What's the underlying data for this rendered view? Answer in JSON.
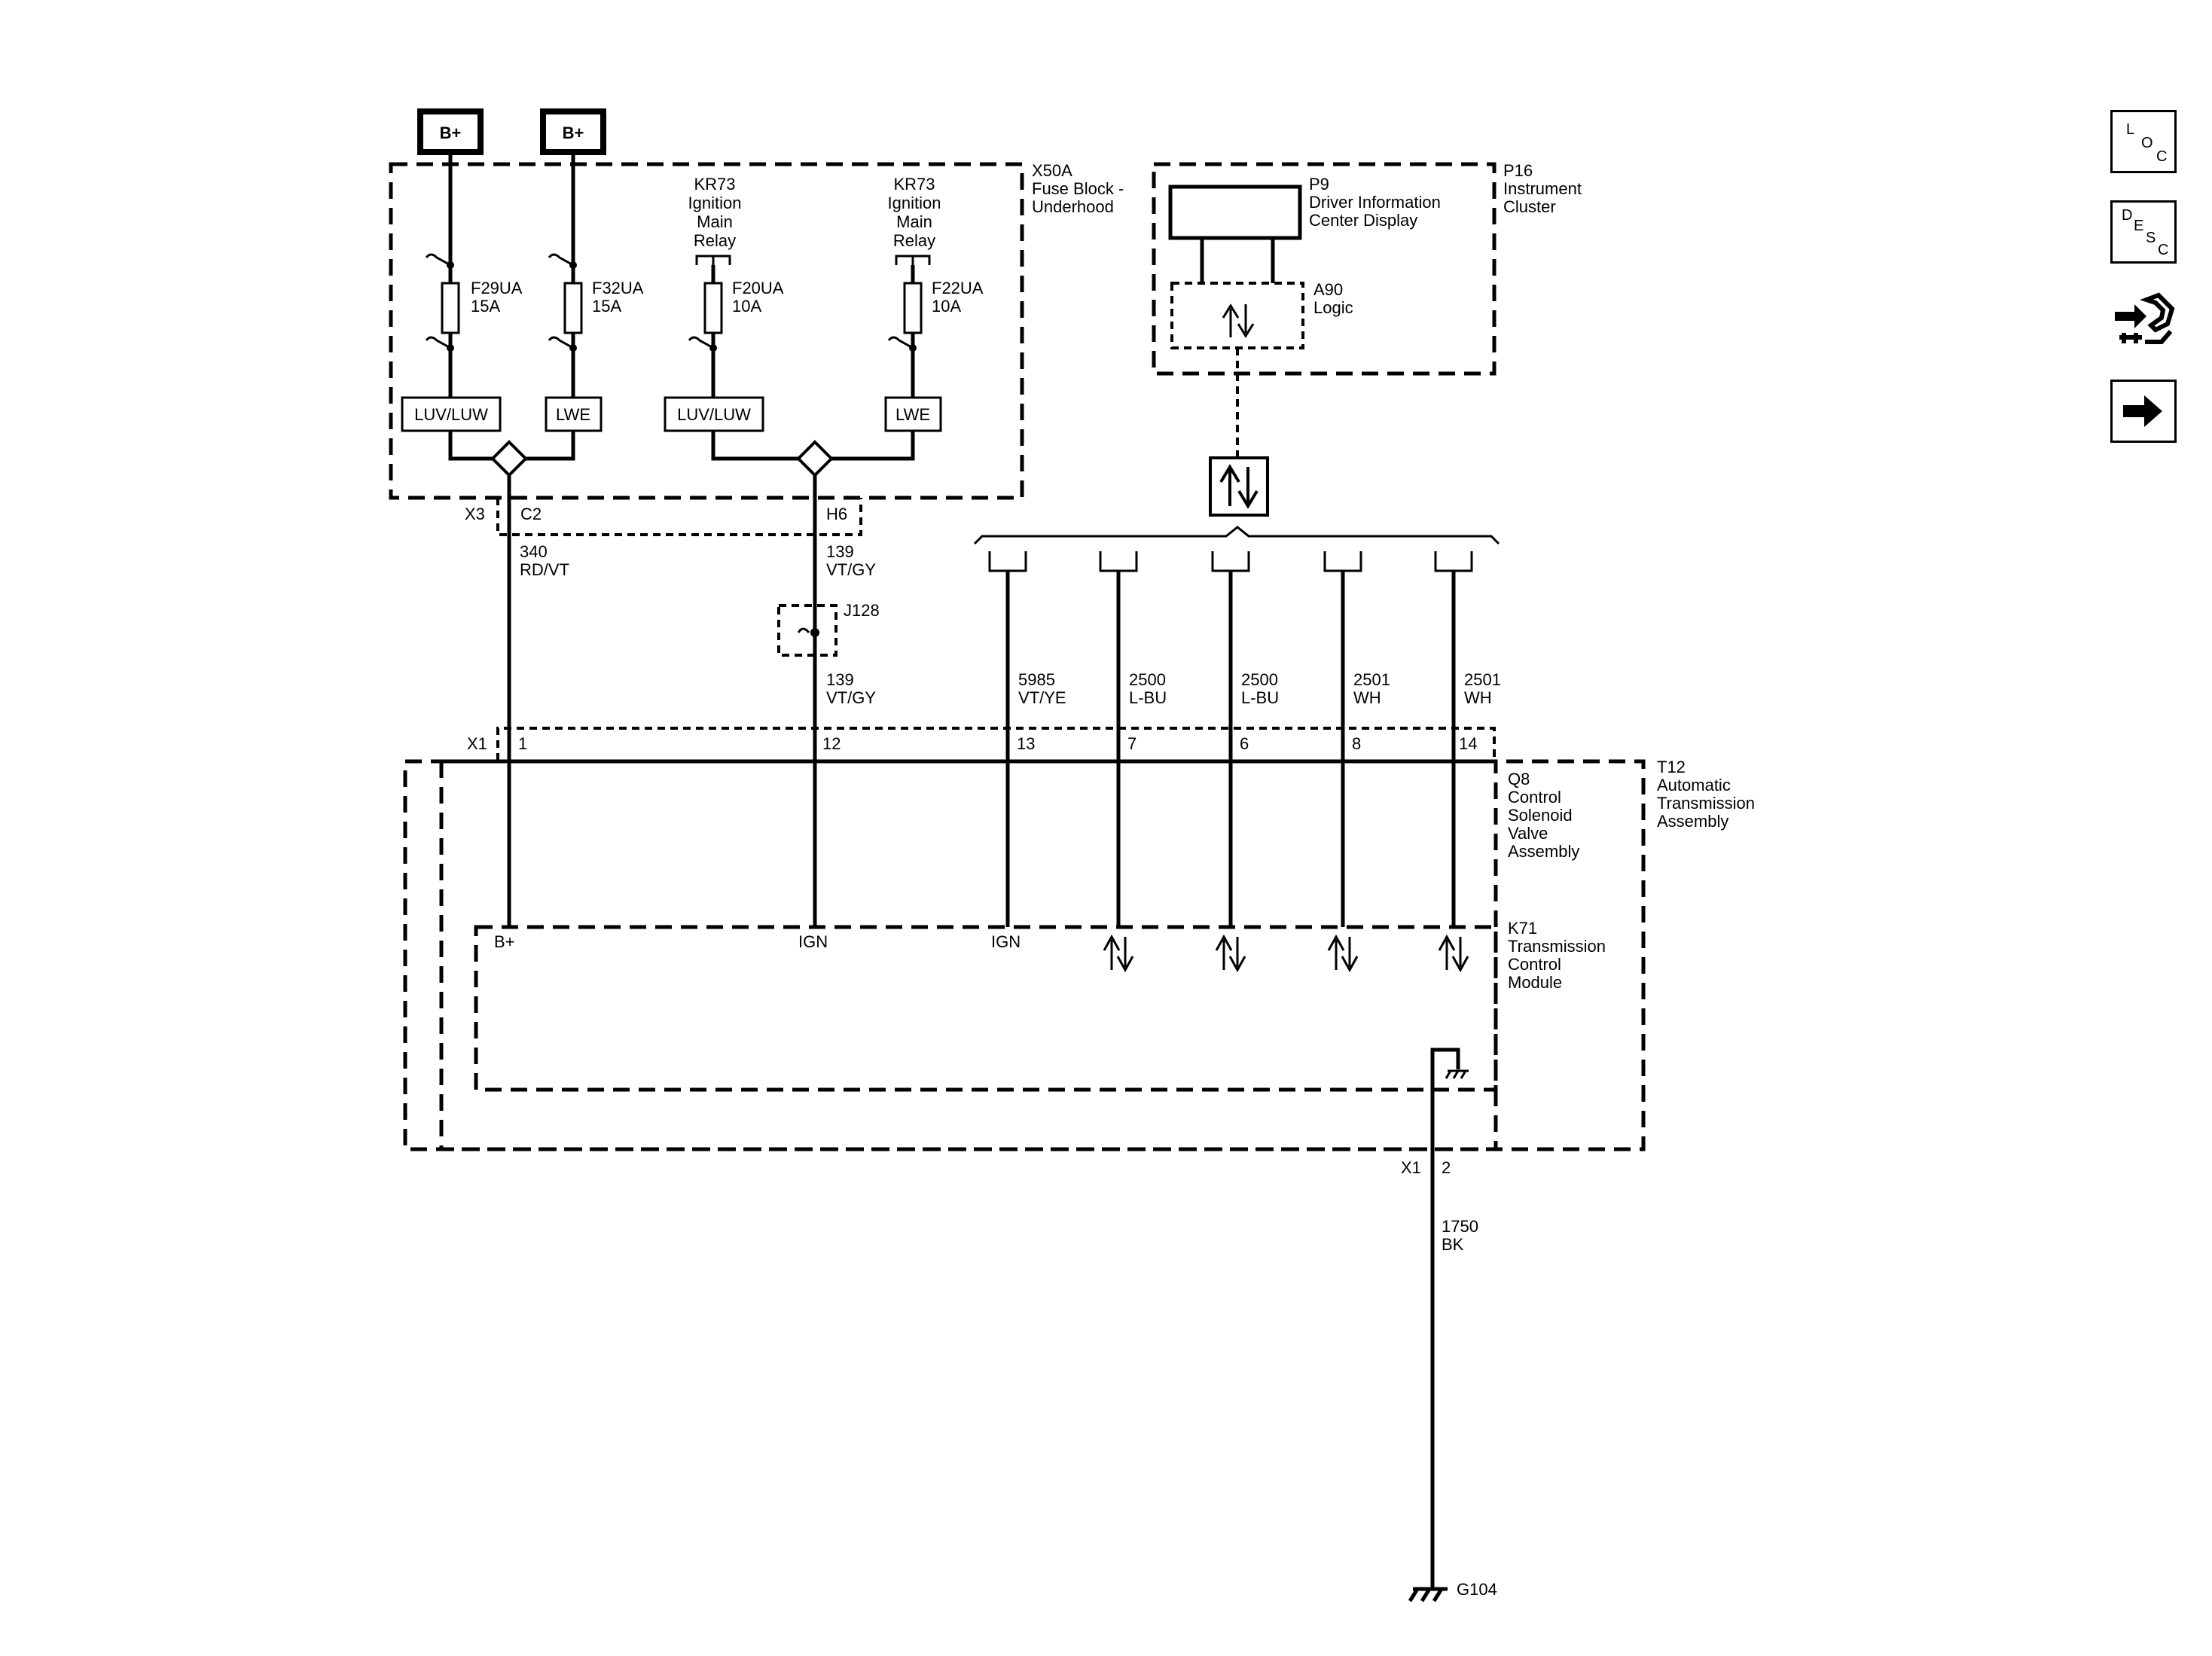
{
  "power": {
    "bplus_1": "B+",
    "bplus_2": "B+"
  },
  "fuse_block": {
    "id": "X50A",
    "name_1": "Fuse Block -",
    "name_2": "Underhood"
  },
  "relays": {
    "relay_1": [
      "KR73",
      "Ignition",
      "Main",
      "Relay"
    ],
    "relay_2": [
      "KR73",
      "Ignition",
      "Main",
      "Relay"
    ]
  },
  "fuses": [
    {
      "id": "F29UA",
      "rating": "15A",
      "tag": "LUV/LUW"
    },
    {
      "id": "F32UA",
      "rating": "15A",
      "tag": "LWE"
    },
    {
      "id": "F20UA",
      "rating": "10A",
      "tag": "LUV/LUW"
    },
    {
      "id": "F22UA",
      "rating": "10A",
      "tag": "LWE"
    }
  ],
  "instrument_cluster": {
    "id": "P16",
    "name_1": "Instrument",
    "name_2": "Cluster",
    "display_id": "P9",
    "display_name_1": "Driver Information",
    "display_name_2": "Center Display",
    "logic_id": "A90",
    "logic_name": "Logic"
  },
  "connectors": {
    "x3": "X3",
    "c2": "C2",
    "h6": "H6",
    "x1_top": "X1",
    "x1_bottom": "X1",
    "ground_pin": "2"
  },
  "splice": {
    "id": "J128"
  },
  "wires": {
    "w340": {
      "circuit": "340",
      "color": "RD/VT"
    },
    "w139a": {
      "circuit": "139",
      "color": "VT/GY"
    },
    "w139b": {
      "circuit": "139",
      "color": "VT/GY"
    },
    "w5985": {
      "circuit": "5985",
      "color": "VT/YE"
    },
    "w2500a": {
      "circuit": "2500",
      "color": "L-BU"
    },
    "w2500b": {
      "circuit": "2500",
      "color": "L-BU"
    },
    "w2501a": {
      "circuit": "2501",
      "color": "WH"
    },
    "w2501b": {
      "circuit": "2501",
      "color": "WH"
    },
    "w1750": {
      "circuit": "1750",
      "color": "BK"
    }
  },
  "pins": [
    "1",
    "12",
    "13",
    "7",
    "6",
    "8",
    "14"
  ],
  "module_terminals": {
    "bplus": "B+",
    "ign1": "IGN",
    "ign2": "IGN"
  },
  "assemblies": {
    "q8": [
      "Q8",
      "Control",
      "Solenoid",
      "Valve",
      "Assembly"
    ],
    "k71": [
      "K71",
      "Transmission",
      "Control",
      "Module"
    ],
    "t12": [
      "T12",
      "Automatic",
      "Transmission",
      "Assembly"
    ]
  },
  "ground": {
    "id": "G104"
  },
  "side_toolbar": {
    "loc": [
      "L",
      "O",
      "C"
    ],
    "desc": [
      "D",
      "E",
      "S",
      "C"
    ],
    "icons": [
      "connector-wrench-icon",
      "arrow-right-icon"
    ]
  }
}
